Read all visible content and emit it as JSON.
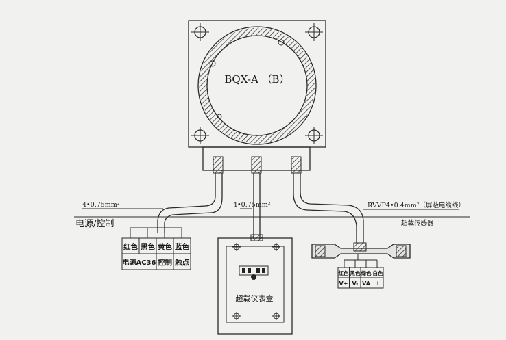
{
  "device": {
    "model_label": "BQX-A （B）"
  },
  "cables": {
    "power_spec": "4•0.75mm²",
    "meter_spec": "4•0.75mm²",
    "sensor_spec": "RVVP4•0.4mm²（屏蔽电缆线）"
  },
  "power_control": {
    "title": "电源/控制",
    "top_row": [
      "红色",
      "黑色",
      "黄色",
      "蓝色"
    ],
    "bottom_row": [
      "电源AC36",
      "控制",
      "触点"
    ]
  },
  "meter_box": {
    "label": "超载仪表盒"
  },
  "sensor": {
    "title": "超载传感器",
    "top_row": [
      "红色",
      "黑色",
      "绿色",
      "白色"
    ],
    "bottom_row": [
      "V+",
      "V-",
      "VA",
      "⊥"
    ]
  }
}
